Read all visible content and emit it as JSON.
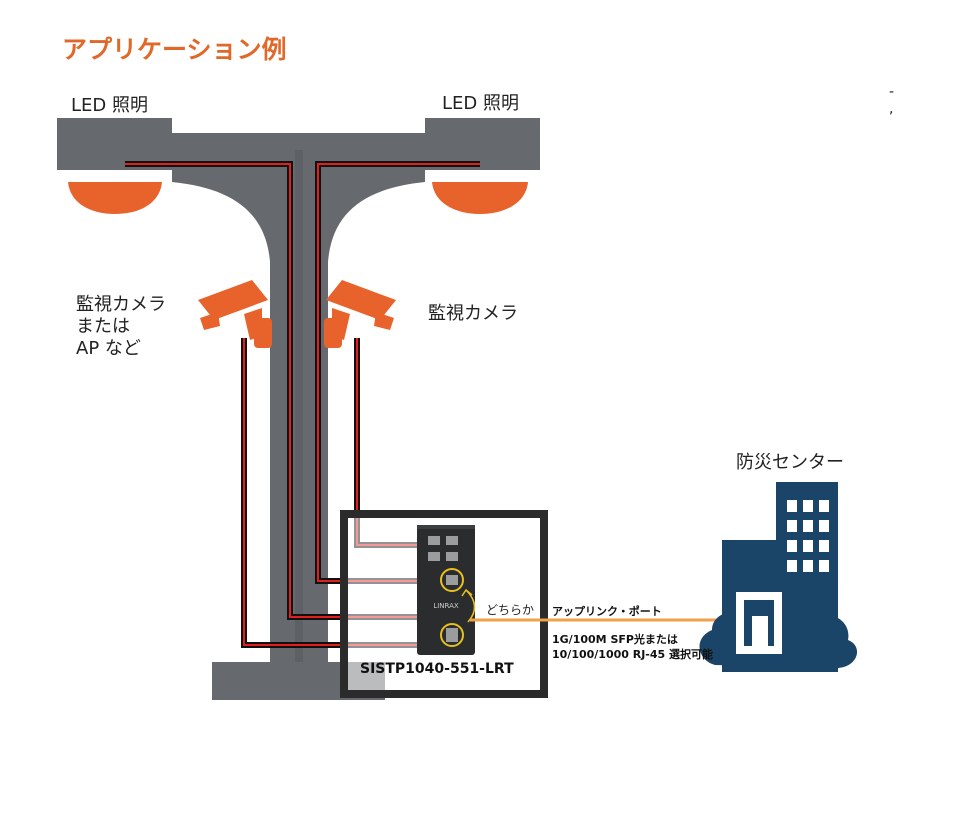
{
  "title": "アプリケーション例",
  "labels": {
    "led_left": "LED 照明",
    "led_right": "LED 照明",
    "camera_left": [
      "監視カメラ",
      "または",
      "AP など"
    ],
    "camera_right": "監視カメラ",
    "disaster_center": "防災センター",
    "either": "どちらか",
    "uplink_port": "アップリンク・ポート",
    "uplink_desc": [
      "1G/100M SFP光または",
      "10/100/1000 RJ-45 選択可能"
    ],
    "model": "SISTP1040-551-LRT",
    "device_brand": "LINRAX",
    "stray_marks": [
      "-",
      ","
    ]
  },
  "colors": {
    "title": "#e0692a",
    "pole": "#666a6e",
    "lamp_glow": "#e8632b",
    "camera": "#e8632b",
    "cable_red": "#e0201e",
    "cable_black": "#111111",
    "uplink": "#f0a24b",
    "building": "#1b4568",
    "cloud": "#1b4568",
    "device": "#2a2c2e",
    "highlight_ring": "#e8c020"
  }
}
